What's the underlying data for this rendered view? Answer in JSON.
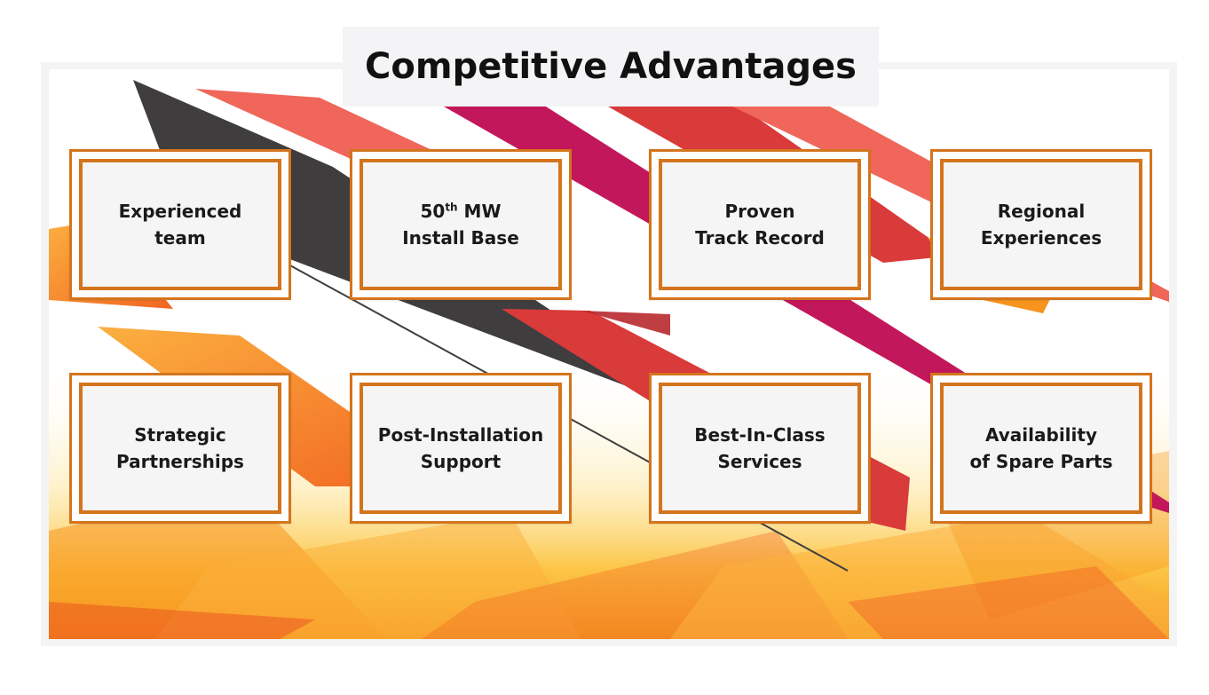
{
  "title": "Competitive Advantages",
  "colors": {
    "card_border": "#d4741c",
    "card_fill": "#f5f5f6",
    "title_bg": "#f4f4f6",
    "stripe_dark": "#3f3d3e",
    "stripe_coral": "#f0665a",
    "stripe_magenta": "#c2185b",
    "stripe_red": "#d93a3a",
    "stripe_orange": "#f5821f",
    "glow_yellow": "#fcd23a"
  },
  "cards": [
    {
      "line1": "Experienced",
      "line2": "team"
    },
    {
      "line1_base": "50",
      "line1_sup": "th",
      "line1_rest": " MW",
      "line2": "Install Base"
    },
    {
      "line1": "Proven",
      "line2": "Track Record"
    },
    {
      "line1": "Regional",
      "line2": "Experiences"
    },
    {
      "line1": "Strategic",
      "line2": "Partnerships"
    },
    {
      "line1": "Post-Installation",
      "line2": "Support"
    },
    {
      "line1": "Best-In-Class",
      "line2": "Services"
    },
    {
      "line1": "Availability",
      "line2": "of Spare Parts"
    }
  ]
}
